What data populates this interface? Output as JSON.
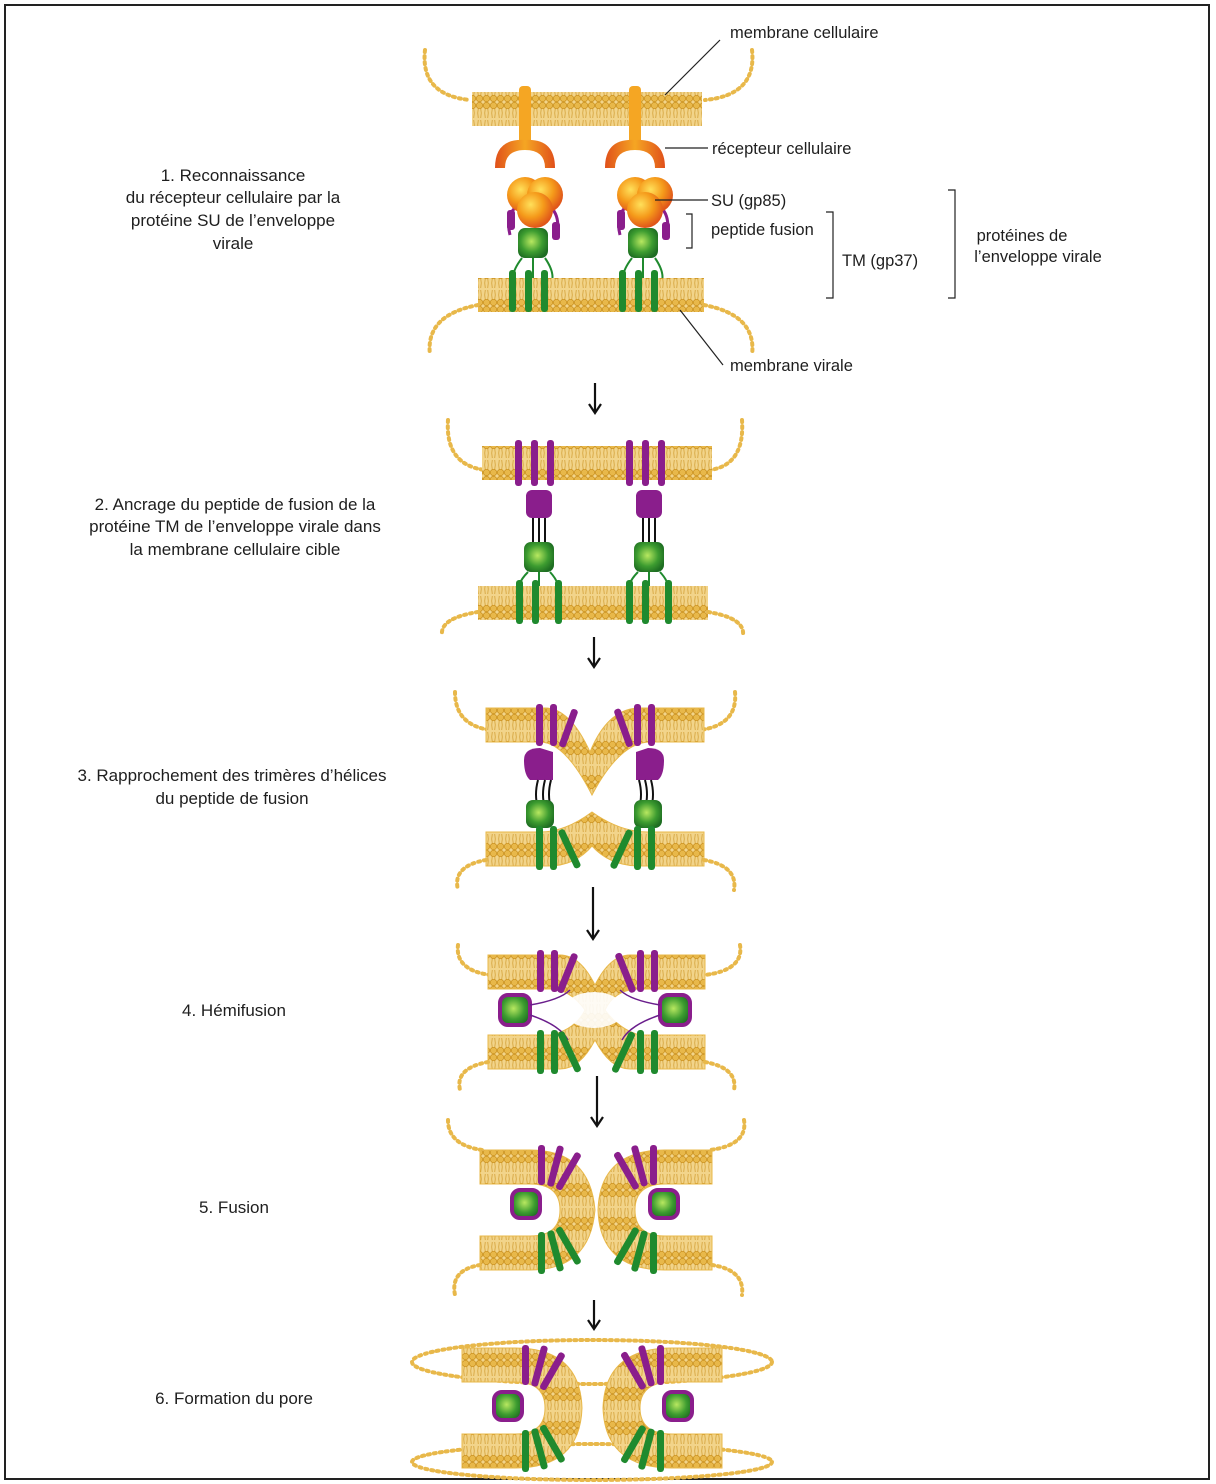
{
  "labels": {
    "membrane_cellulaire": "membrane cellulaire",
    "recepteur_cellulaire": "récepteur cellulaire",
    "su": "SU (gp85)",
    "peptide_fusion": "peptide fusion",
    "tm": "TM (gp37)",
    "proteines_line1": "protéines de",
    "proteines_line2": "l’enveloppe virale",
    "membrane_virale": "membrane virale"
  },
  "steps": [
    {
      "lines": [
        "1. Reconnaissance",
        "du récepteur cellulaire par la",
        "protéine SU de l’enveloppe",
        "virale"
      ]
    },
    {
      "lines": [
        "2. Ancrage du peptide de fusion de la",
        "protéine TM de l’enveloppe virale dans",
        "la membrane cellulaire cible"
      ]
    },
    {
      "lines": [
        "3. Rapprochement des trimères d’hélices",
        "du peptide de fusion"
      ]
    },
    {
      "lines": [
        "4. Hémifusion"
      ]
    },
    {
      "lines": [
        "5. Fusion"
      ]
    },
    {
      "lines": [
        "6. Formation du pore"
      ]
    }
  ],
  "colors": {
    "lipid": "#e8b84a",
    "lipid_dark": "#c98f1c",
    "lipid_light": "#f2d48a",
    "receptor": "#f0a020",
    "receptor_dark": "#e0561a",
    "su": "#ef7a12",
    "su_light": "#ffd24a",
    "tm": "#1f8a2e",
    "tm_light": "#7ec84a",
    "fusion_peptide": "#8a1e8c",
    "arrow": "#111111",
    "line": "#222222"
  }
}
